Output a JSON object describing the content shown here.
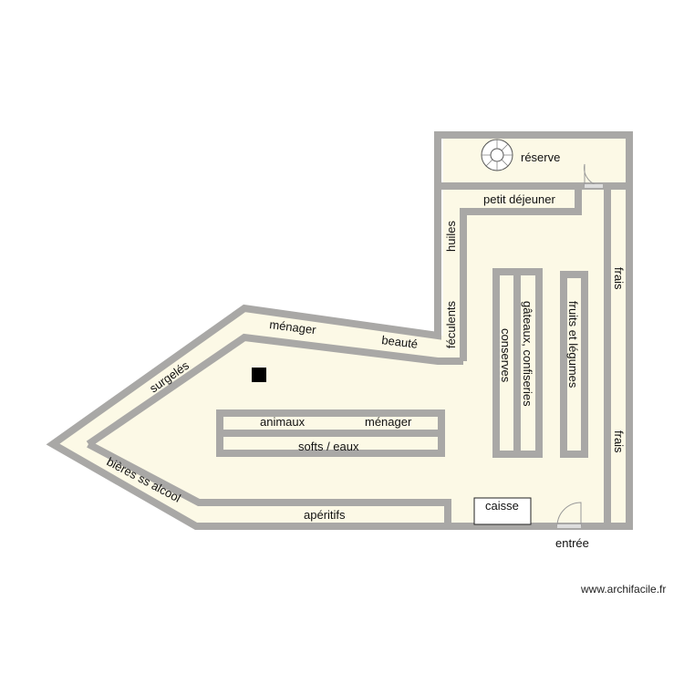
{
  "plan": {
    "rooms": {
      "reserve": "réserve",
      "entree": "entrée",
      "caisse": "caisse"
    },
    "shelves": {
      "petit_dejeuner": "petit déjeuner",
      "huiles": "huiles",
      "feculents": "féculents",
      "frais_top": "frais",
      "frais_bottom": "frais",
      "menager_top": "ménager",
      "beaute": "beauté",
      "surgeles": "surgelés",
      "bieres": "bières ss alcool",
      "aperitifs": "apéritifs",
      "animaux": "animaux",
      "menager_mid": "ménager",
      "softs": "softs / eaux",
      "conserves": "conserves",
      "gateaux": "gâteaux, confiseries",
      "fruits": "fruits et légumes"
    },
    "icons": [
      "spiral-staircase-icon",
      "door-icon",
      "pillar-icon"
    ],
    "colors": {
      "wall": "#a9a8a6",
      "floor": "#fcf9e6"
    }
  },
  "footer": {
    "watermark": "www.archifacile.fr"
  }
}
